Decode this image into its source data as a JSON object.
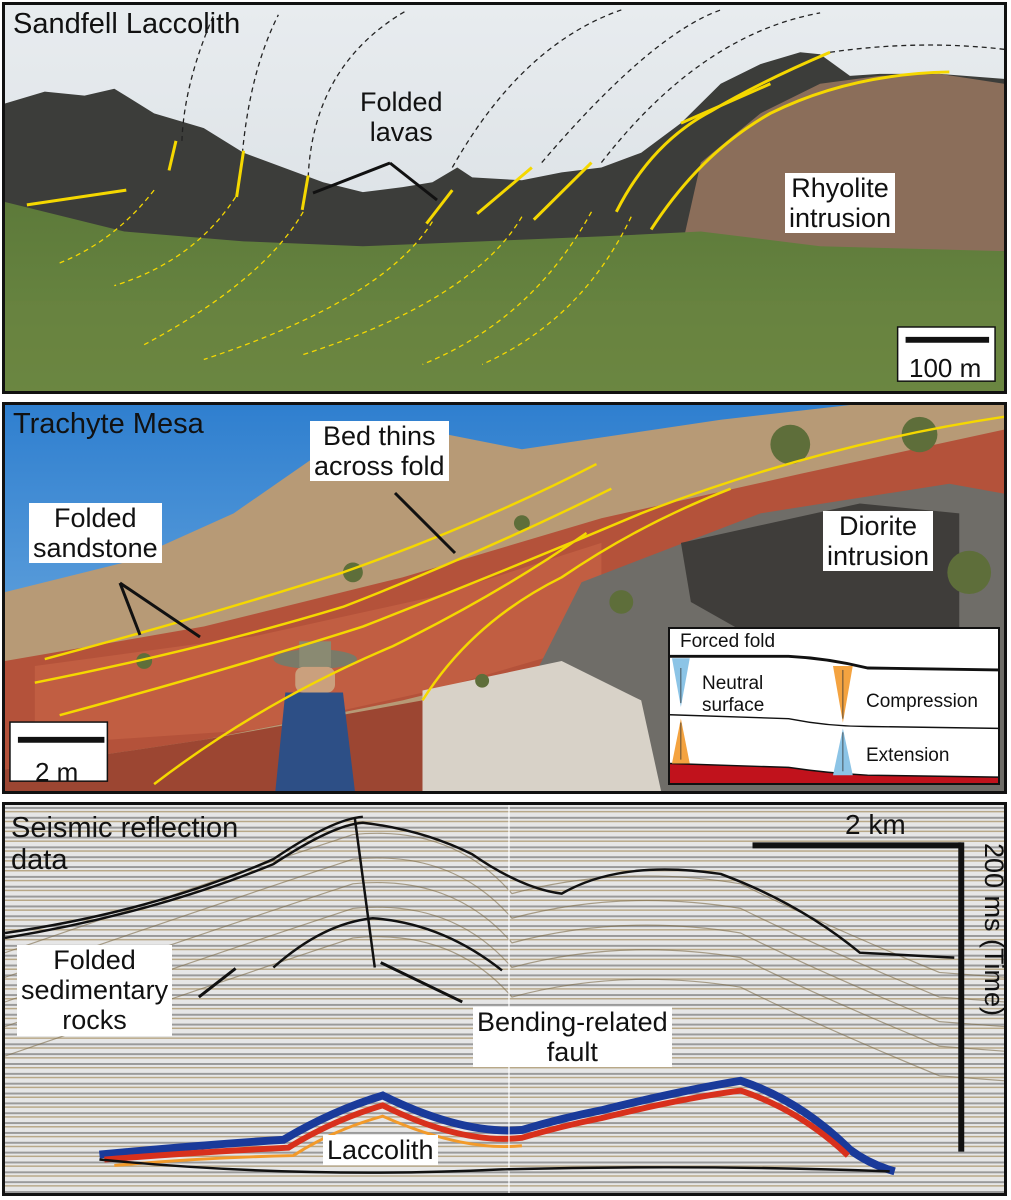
{
  "panel1": {
    "title": "Sandfell Laccolith",
    "label_folded_lavas": "Folded\nlavas",
    "label_rhyolite": "Rhyolite\nintrusion",
    "scale": "100 m"
  },
  "panel2": {
    "title": "Trachyte Mesa",
    "label_bed_thins": "Bed thins\nacross fold",
    "label_folded_sandstone": "Folded\nsandstone",
    "label_diorite": "Diorite\nintrusion",
    "scale": "2 m",
    "inset": {
      "title": "Forced fold",
      "neutral": "Neutral\nsurface",
      "compression": "Compression",
      "extension": "Extension"
    }
  },
  "panel3": {
    "title": "Seismic reflection\ndata",
    "scale_h": "2 km",
    "scale_v": "200 ms (Time)",
    "label_folded_sedimentary": "Folded\nsedimentary\nrocks",
    "label_fault": "Bending-related\nfault",
    "label_laccolith": "Laccolith"
  },
  "colors": {
    "trace_yellow": "#f5d800",
    "sky": "#dfe5ea",
    "grass": "#5b7a36",
    "red_rock": "#b9553a",
    "blue_sky": "#3b8fd6",
    "seismic_red": "#d8301c",
    "seismic_blue": "#1a3a9a"
  }
}
